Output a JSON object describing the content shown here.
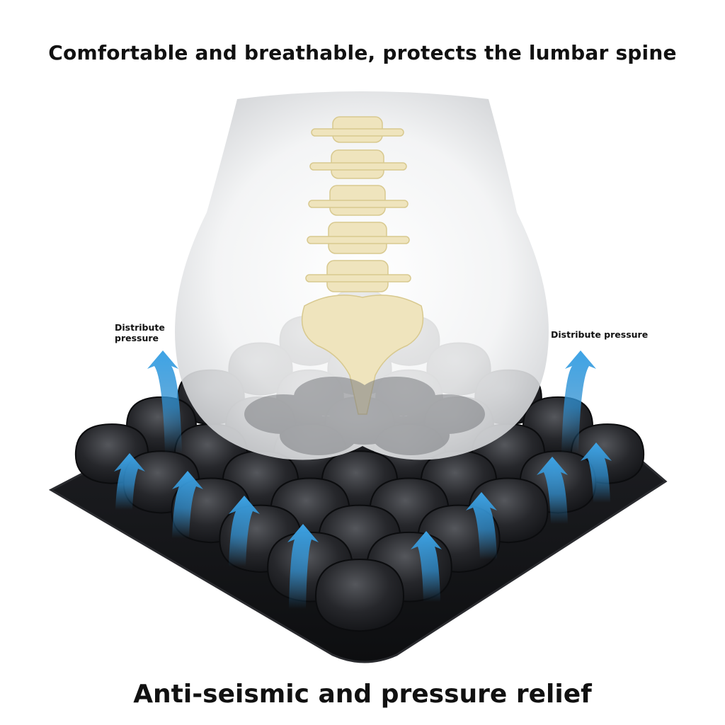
{
  "headline_top": "Comfortable and breathable, protects the lumbar spine",
  "headline_bottom": "Anti-seismic and pressure relief",
  "callouts": {
    "left": "Distribute\npressure",
    "right": "Distribute pressure"
  },
  "colors": {
    "cushion": "#1a1b1e",
    "cell_highlight": "#4a4c52",
    "arrow_blue": "#2f8fd0",
    "bone": "#efe4bd",
    "body_ghost": "#e2e3e5"
  },
  "icons": {
    "upward_arrow": "curved-up-arrow-icon"
  }
}
